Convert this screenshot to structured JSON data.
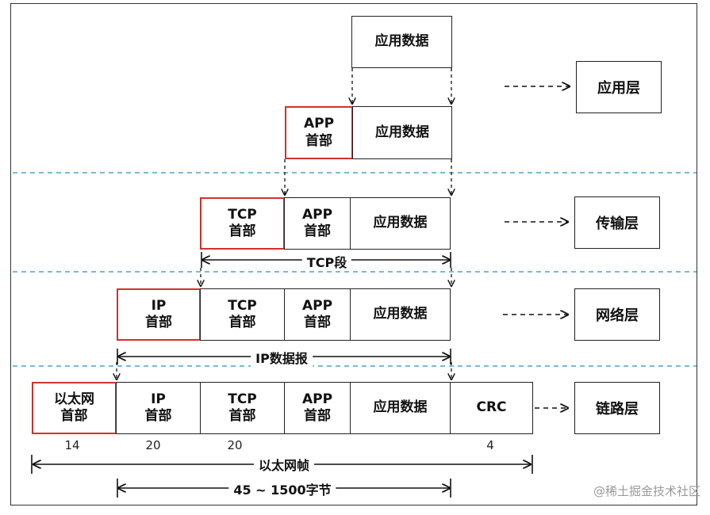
{
  "layers": {
    "app": "应用层",
    "transport": "传输层",
    "network": "网络层",
    "link": "链路层"
  },
  "cells": {
    "app_data": "应用数据",
    "app_header_1": "APP",
    "app_header_2": "首部",
    "tcp_header_1": "TCP",
    "tcp_header_2": "首部",
    "ip_header_1": "IP",
    "ip_header_2": "首部",
    "eth_header_1": "以太网",
    "eth_header_2": "首部",
    "crc": "CRC"
  },
  "spans": {
    "tcp_segment": "TCP段",
    "ip_datagram": "IP数据报",
    "eth_frame": "以太网帧",
    "payload_range": "45 ~ 1500字节"
  },
  "sizes": {
    "eth": "14",
    "ip": "20",
    "tcp": "20",
    "crc": "4"
  },
  "watermark": "@稀土掘金技术社区",
  "colors": {
    "header_highlight": "#d0312d",
    "separator": "#4aa3c8"
  }
}
